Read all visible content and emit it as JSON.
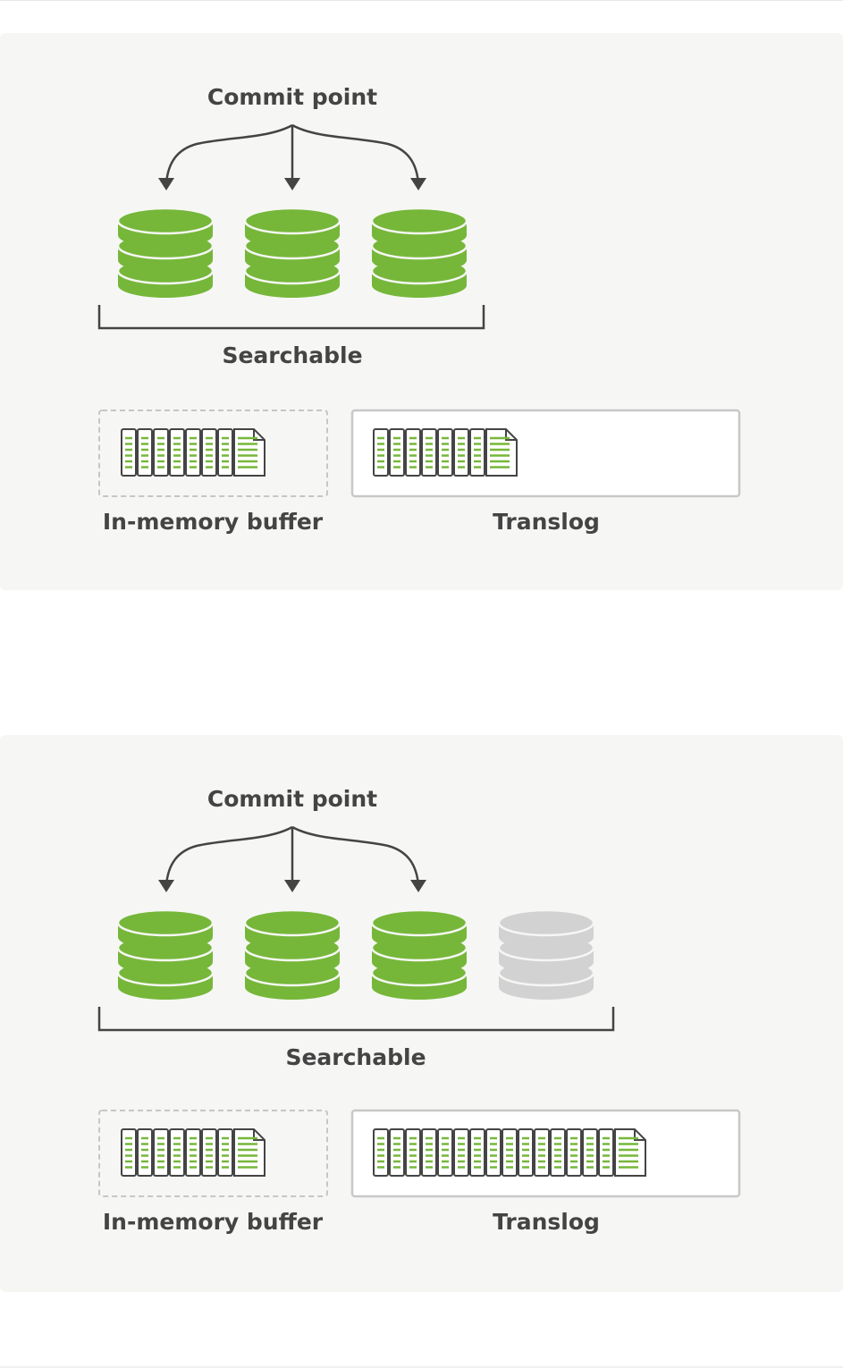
{
  "colors": {
    "panel": "#f6f7f4",
    "segment_green": "#76b73a",
    "segment_gray": "#d2d2d2",
    "line": "#444444",
    "frame": "#cccccc",
    "doc_green": "#76b73a"
  },
  "panels": [
    {
      "commit_label": "Commit point",
      "searchable_label": "Searchable",
      "buffer_label": "In-memory buffer",
      "translog_label": "Translog",
      "segments": [
        "committed",
        "committed",
        "committed"
      ],
      "buffer_docs": 8,
      "translog_docs": 8
    },
    {
      "commit_label": "Commit point",
      "searchable_label": "Searchable",
      "buffer_label": "In-memory buffer",
      "translog_label": "Translog",
      "segments": [
        "committed",
        "committed",
        "committed",
        "uncommitted"
      ],
      "buffer_docs": 8,
      "translog_docs": 16
    }
  ]
}
